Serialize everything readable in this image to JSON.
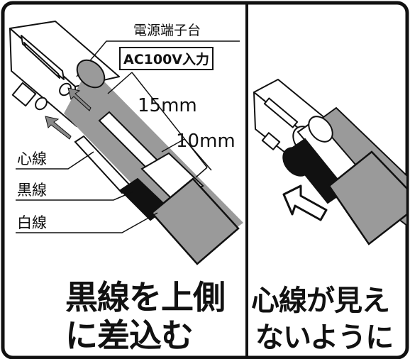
{
  "left_panel": {
    "terminal_block_label": "電源端子台",
    "input_rating_label": "AC100V入力",
    "dim_long": "15mm",
    "dim_short": "10mm",
    "core_wire_label": "心線",
    "black_wire_label": "黒線",
    "white_wire_label": "白線",
    "caption_line1": "黒線を上側",
    "caption_line2": "に差込む"
  },
  "right_panel": {
    "caption_line1": "心線が見え",
    "caption_line2": "ないように"
  },
  "colors": {
    "outline": "#111111",
    "sheath_gray": "#9a9a9a",
    "black_wire": "#111111",
    "white_wire": "#ffffff",
    "background": "#ffffff"
  }
}
